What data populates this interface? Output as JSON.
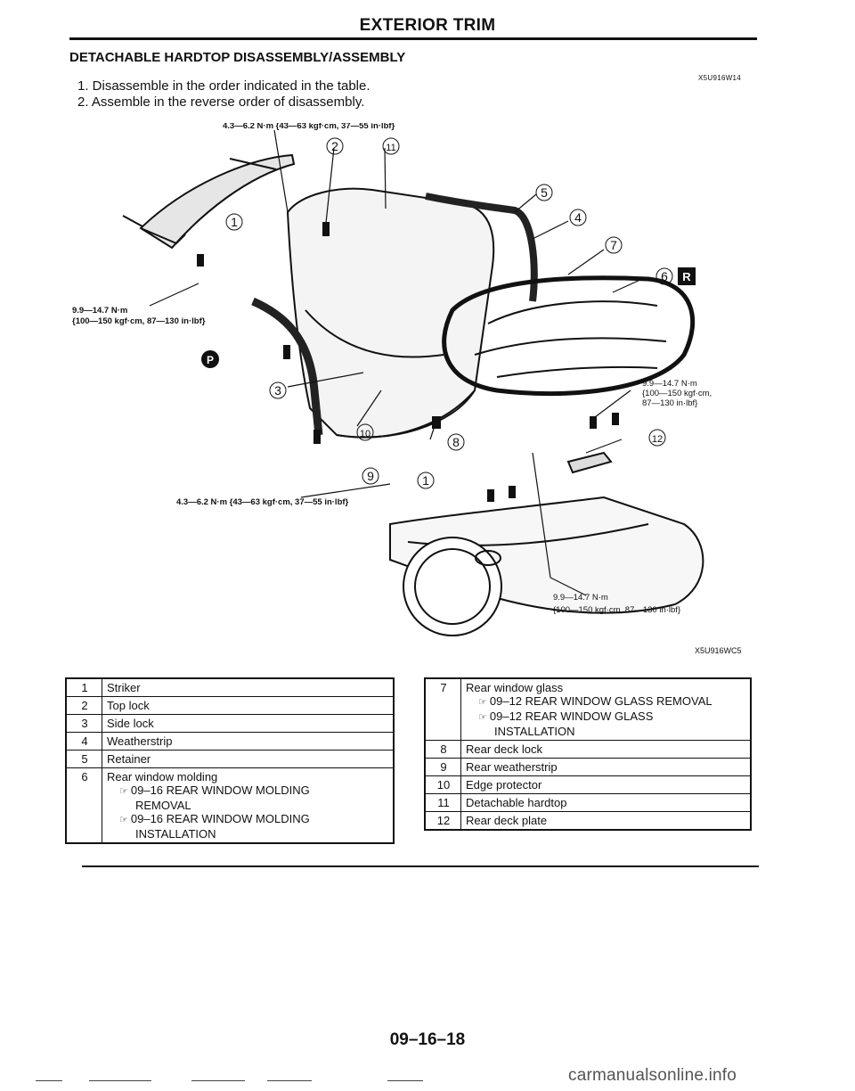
{
  "header": {
    "title": "EXTERIOR TRIM"
  },
  "section": {
    "title": "DETACHABLE HARDTOP DISASSEMBLY/ASSEMBLY",
    "doc_code": "X5U916W14",
    "steps": [
      "1. Disassemble in the order indicated in the table.",
      "2. Assemble in the reverse order of disassembly."
    ]
  },
  "diagram": {
    "figure_code": "X5U916WC5",
    "torques": {
      "top_center": "4.3—6.2 N·m {43—63 kgf·cm, 37—55 in·lbf}",
      "left_line1": "9.9—14.7 N·m",
      "left_line2": "{100—150 kgf·cm, 87—130 in·lbf}",
      "right_line1": "9.9—14.7 N·m",
      "right_line2": "{100—150 kgf·cm,",
      "right_line3": "87—130 in·lbf}",
      "bottom_mid": "4.3—6.2 N·m {43—63 kgf·cm, 37—55 in·lbf}",
      "bottom_right1": "9.9—14.7 N·m",
      "bottom_right2": "{100—150 kgf·cm, 87—130 in·lbf}"
    },
    "callouts": [
      "1",
      "2",
      "11",
      "5",
      "4",
      "7",
      "6",
      "3",
      "10",
      "8",
      "9",
      "12",
      "1"
    ],
    "badge_r": "R",
    "badge_p": "P"
  },
  "parts_left": [
    {
      "num": "1",
      "name": "Striker"
    },
    {
      "num": "2",
      "name": "Top lock"
    },
    {
      "num": "3",
      "name": "Side lock"
    },
    {
      "num": "4",
      "name": "Weatherstrip"
    },
    {
      "num": "5",
      "name": "Retainer"
    },
    {
      "num": "6",
      "name": "Rear window molding",
      "ref1a": "09–16 REAR WINDOW MOLDING",
      "ref1b": "REMOVAL",
      "ref2a": "09–16 REAR WINDOW MOLDING",
      "ref2b": "INSTALLATION"
    }
  ],
  "parts_right": [
    {
      "num": "7",
      "name": "Rear window glass",
      "ref1a": "09–12 REAR WINDOW GLASS REMOVAL",
      "ref2a": "09–12 REAR WINDOW GLASS",
      "ref2b": "INSTALLATION"
    },
    {
      "num": "8",
      "name": "Rear deck lock"
    },
    {
      "num": "9",
      "name": "Rear weatherstrip"
    },
    {
      "num": "10",
      "name": "Edge protector"
    },
    {
      "num": "11",
      "name": "Detachable hardtop"
    },
    {
      "num": "12",
      "name": "Rear deck plate"
    }
  ],
  "ref_icon": "hand-pointer-icon",
  "footer": {
    "page_number": "09–16–18",
    "watermark": "carmanualsonline.info"
  }
}
